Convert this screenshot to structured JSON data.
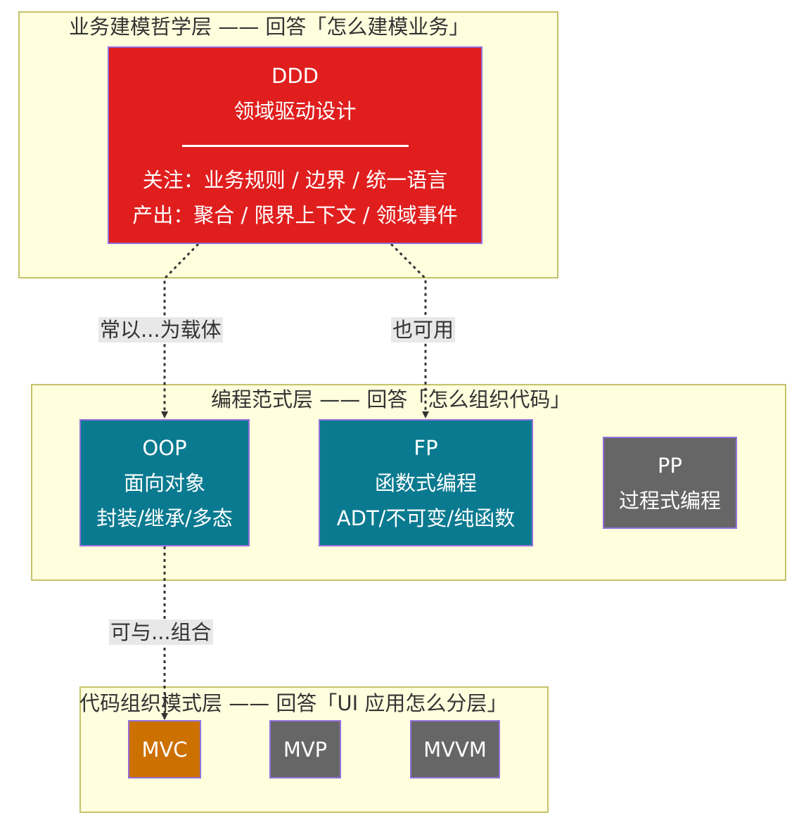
{
  "layers": {
    "business": {
      "title": "业务建模哲学层 —— 回答「怎么建模业务」"
    },
    "paradigm": {
      "title": "编程范式层 —— 回答「怎么组织代码」"
    },
    "pattern": {
      "title": "代码组织模式层 —— 回答「UI 应用怎么分层」"
    }
  },
  "nodes": {
    "ddd": {
      "name": "DDD",
      "subtitle": "领域驱动设计",
      "focus": "关注：业务规则 / 边界 / 统一语言",
      "output": "产出：聚合 / 限界上下文 / 领域事件"
    },
    "oop": {
      "name": "OOP",
      "subtitle": "面向对象",
      "detail": "封装/继承/多态"
    },
    "fp": {
      "name": "FP",
      "subtitle": "函数式编程",
      "detail": "ADT/不可变/纯函数"
    },
    "pp": {
      "name": "PP",
      "subtitle": "过程式编程"
    },
    "mvc": {
      "name": "MVC"
    },
    "mvp": {
      "name": "MVP"
    },
    "mvvm": {
      "name": "MVVM"
    }
  },
  "edges": {
    "ddd_oop": "常以...为载体",
    "ddd_fp": "也可用",
    "oop_mvc": "可与...组合"
  },
  "colors": {
    "layer_bg": "#ffffde",
    "layer_border": "#c5c26a",
    "ddd": "#e01e1e",
    "paradigm": "#0a7a90",
    "neutral": "#666666",
    "mvc": "#cc7000",
    "node_border": "#9370db",
    "edge": "#333333"
  }
}
